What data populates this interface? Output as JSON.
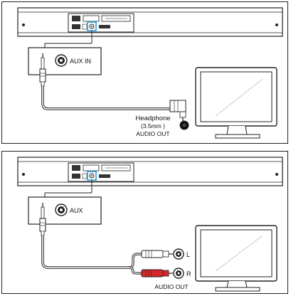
{
  "panel_top": {
    "jack_label": "AUX IN",
    "source_lines": [
      "Headphone",
      "(3.5mm )",
      "AUDIO OUT"
    ]
  },
  "panel_bottom": {
    "jack_label": "AUX",
    "rca_left": "L",
    "rca_right": "R",
    "output_label": "AUDIO OUT"
  },
  "colors": {
    "line": "#222222",
    "panel_fill": "#ffffff",
    "highlight": "#2a9fd8",
    "rca_white": "#ffffff",
    "rca_red": "#d8262c",
    "jack_fill": "#111111"
  }
}
